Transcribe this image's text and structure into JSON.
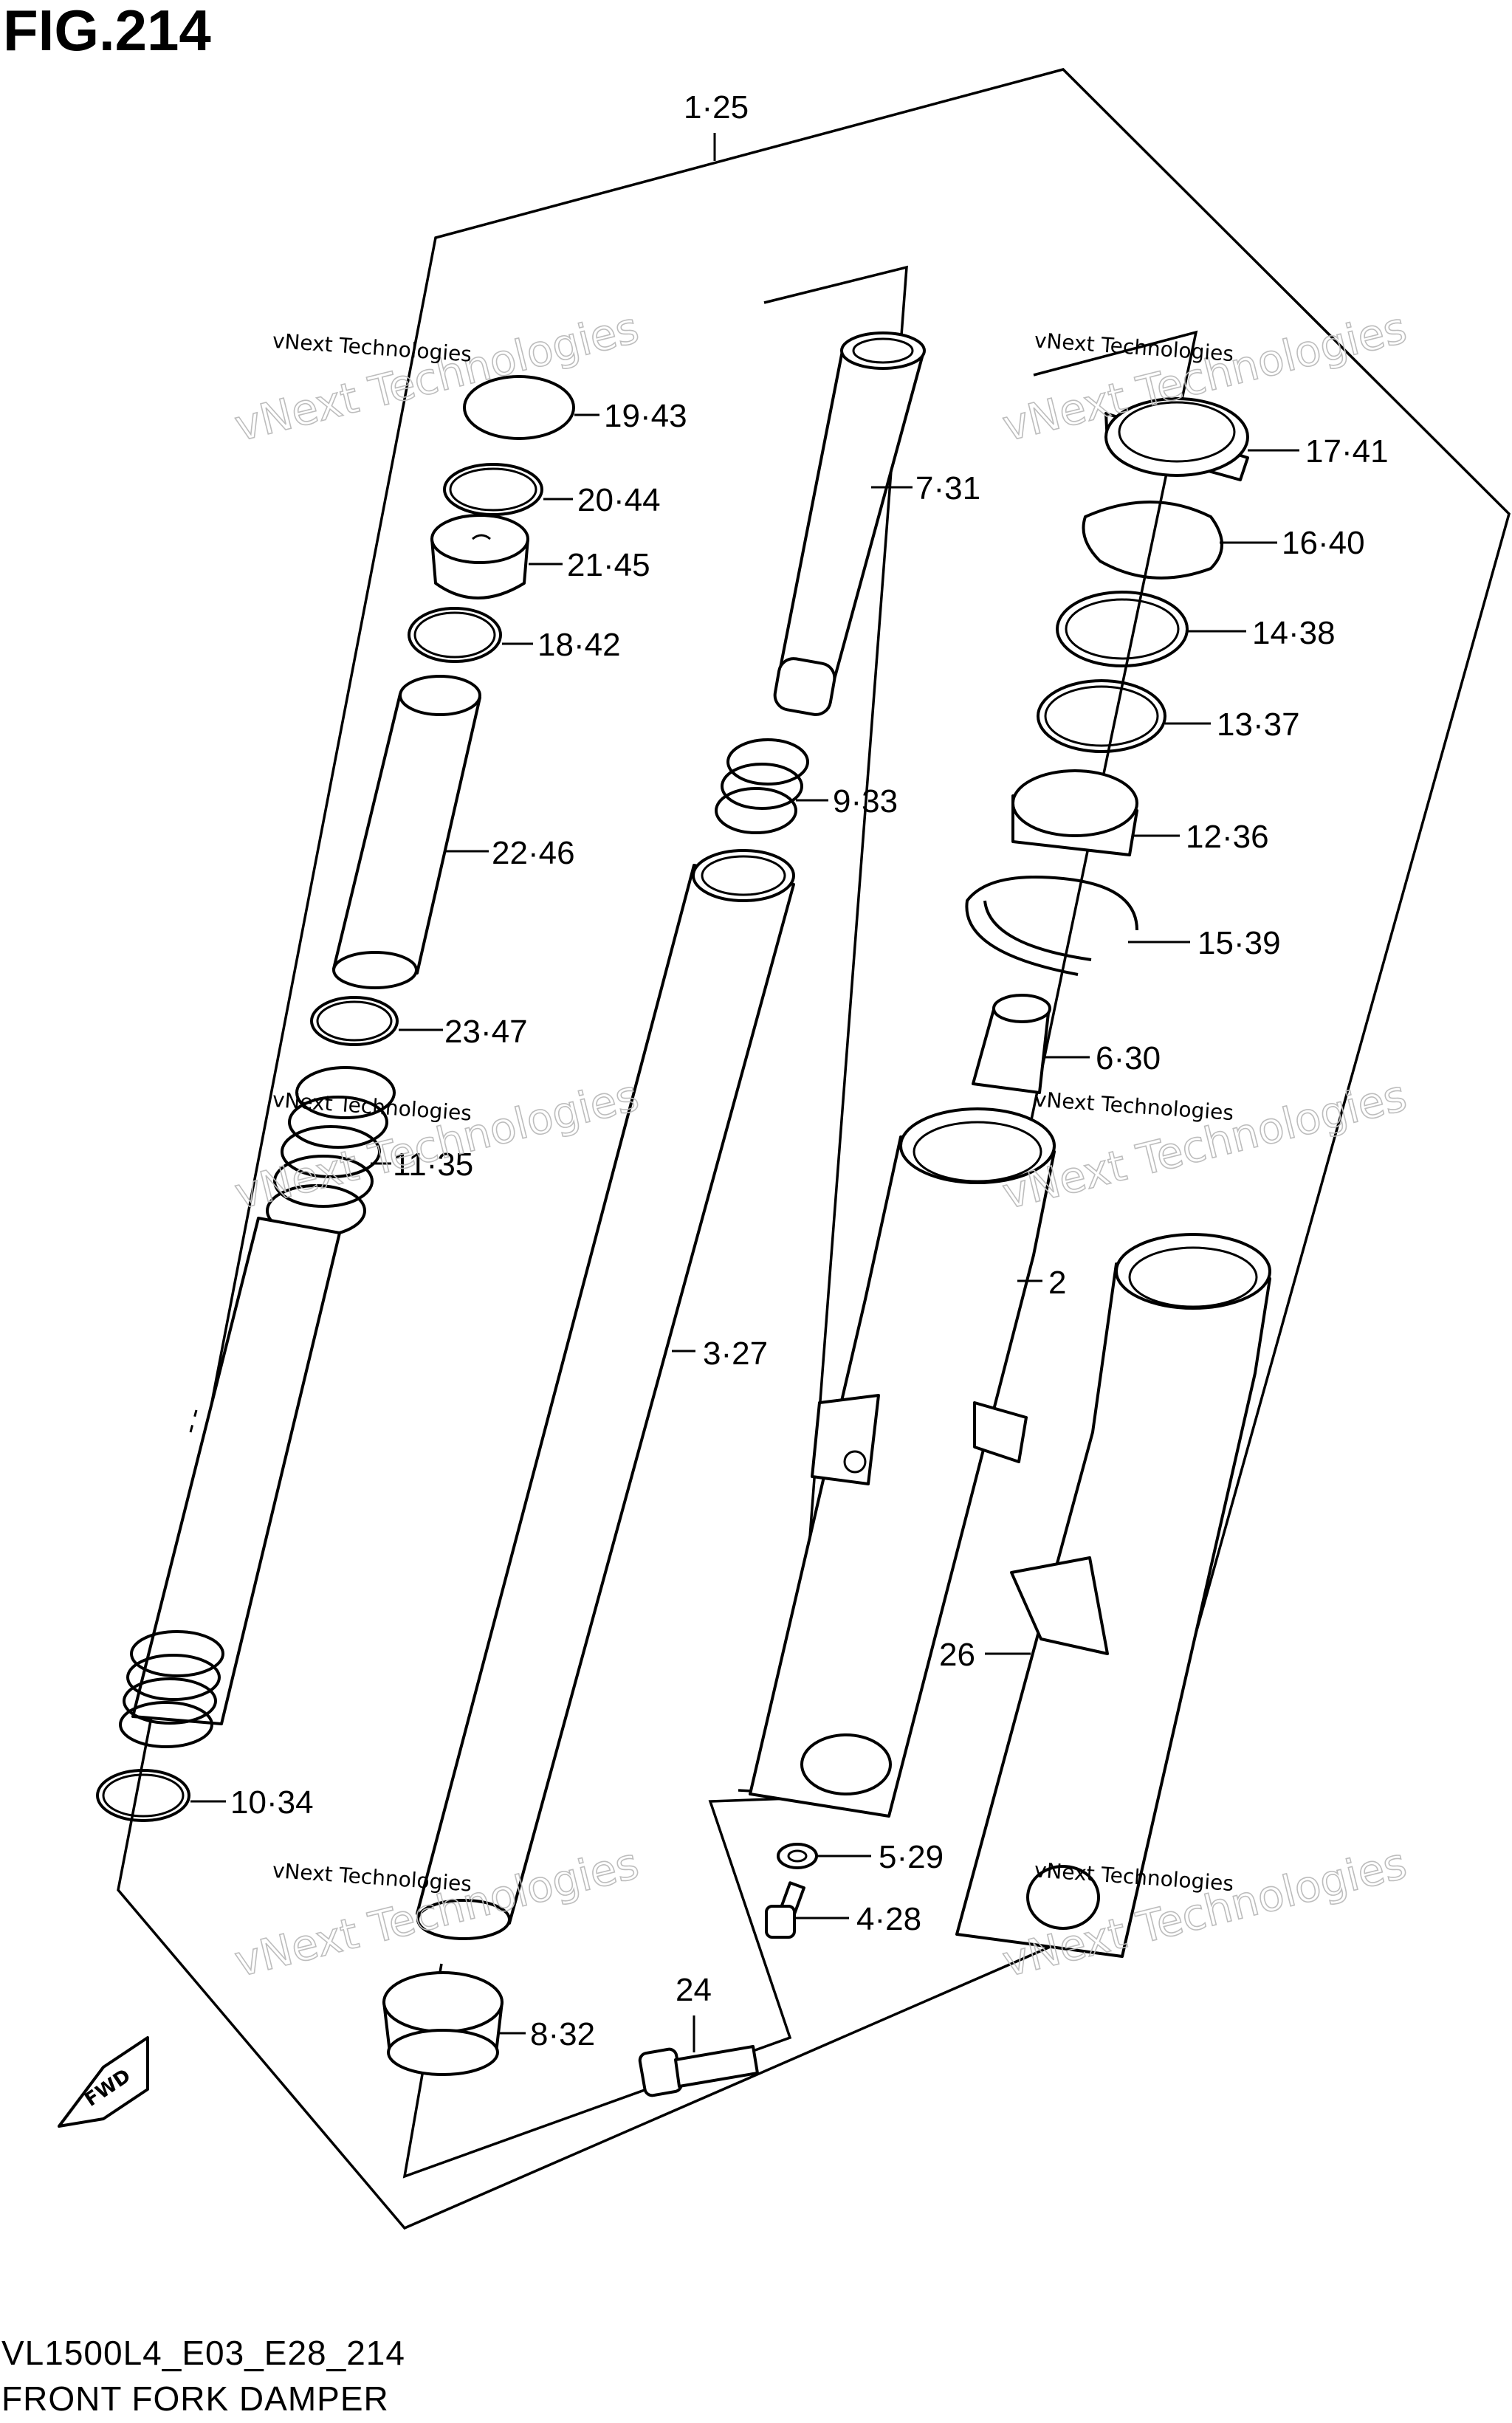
{
  "figure": {
    "title": "FIG.214"
  },
  "footer": {
    "model_code": "VL1500L4_E03_E28_214",
    "name": "FRONT FORK DAMPER"
  },
  "watermark": {
    "line1": "vNext Technologies",
    "line2": "vNext Technologies"
  },
  "fwd_label": "FWD",
  "callouts": {
    "c1_25": "1·25",
    "c19_43": "19·43",
    "c20_44": "20·44",
    "c21_45": "21·45",
    "c18_42": "18·42",
    "c22_46": "22·46",
    "c23_47": "23·47",
    "c11_35": "11·35",
    "c10_34": "10·34",
    "c7_31": "7·31",
    "c9_33": "9·33",
    "c3_27": "3·27",
    "c8_32": "8·32",
    "c24": "24",
    "c17_41": "17·41",
    "c16_40": "16·40",
    "c14_38": "14·38",
    "c13_37": "13·37",
    "c12_36": "12·36",
    "c15_39": "15·39",
    "c6_30": "6·30",
    "c2": "2",
    "c26": "26",
    "c5_29": "5·29",
    "c4_28": "4·28"
  }
}
